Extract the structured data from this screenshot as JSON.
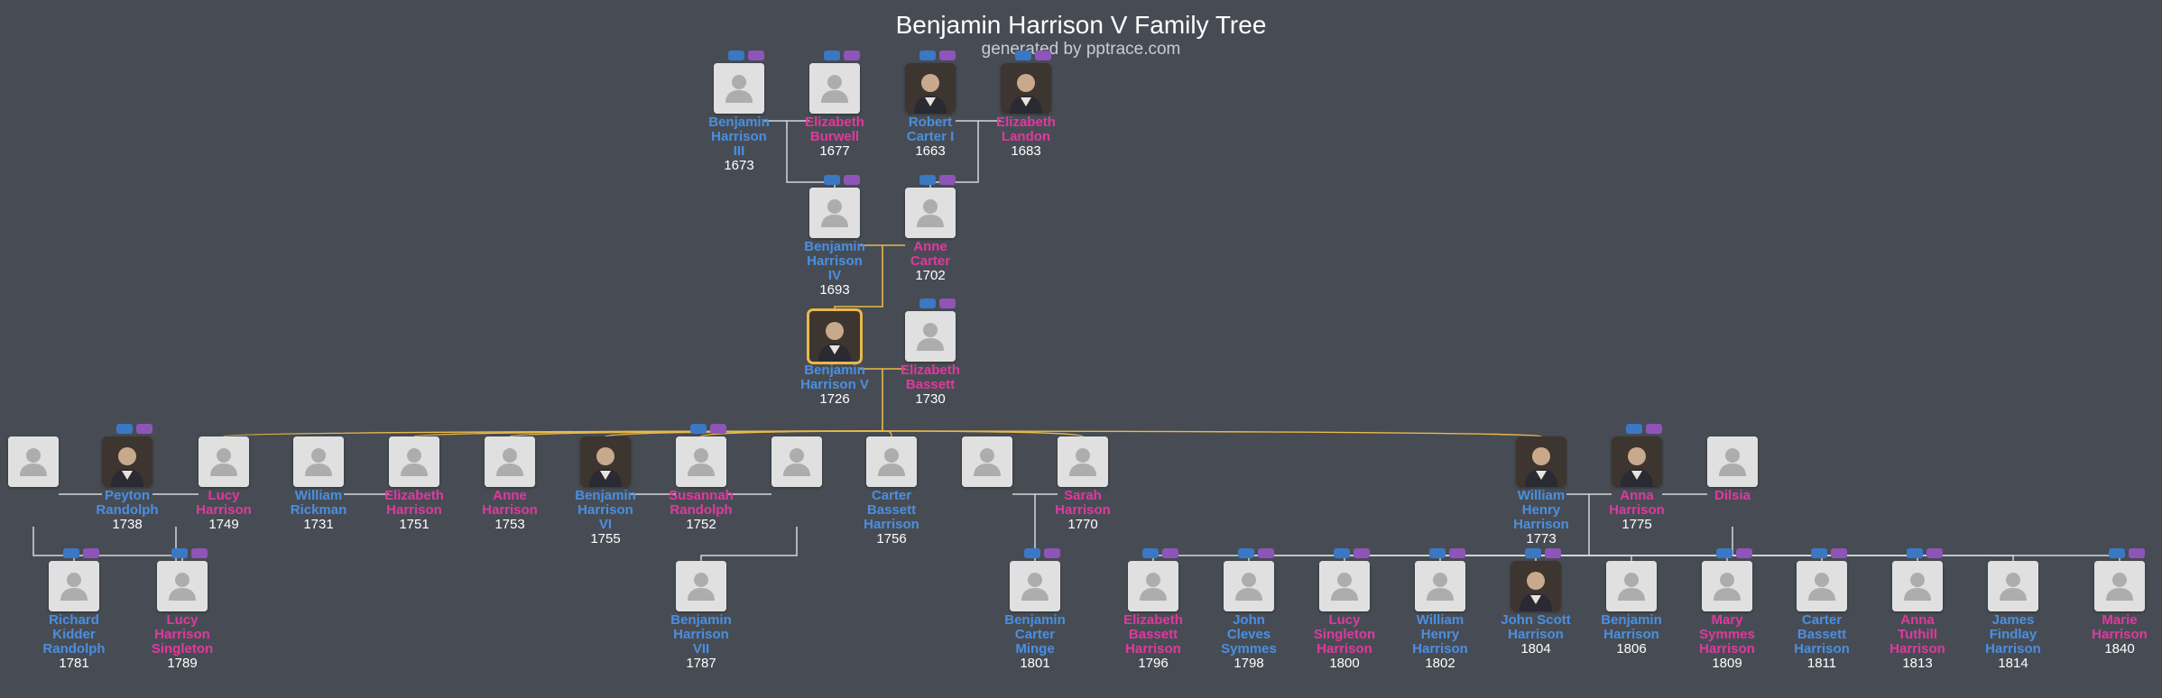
{
  "title": "Benjamin Harrison V Family Tree",
  "subtitle": "generated by pptrace.com",
  "colors": {
    "male": "#4a8fe0",
    "female": "#e0399e",
    "line": "#d4d7dc",
    "highlight": "#e9b84a",
    "background": "#474c54"
  },
  "people": [
    {
      "id": "bh3",
      "name": "Benjamin Harrison III",
      "lines": [
        "Benjamin",
        "Harrison",
        "III"
      ],
      "year": "1673",
      "gender": "male",
      "photo": false,
      "controls": true
    },
    {
      "id": "eburwell",
      "name": "Elizabeth Burwell",
      "lines": [
        "Elizabeth",
        "Burwell"
      ],
      "year": "1677",
      "gender": "female",
      "photo": false,
      "controls": true
    },
    {
      "id": "rcarter",
      "name": "Robert Carter I",
      "lines": [
        "Robert",
        "Carter I"
      ],
      "year": "1663",
      "gender": "male",
      "photo": true,
      "controls": true
    },
    {
      "id": "elandon",
      "name": "Elizabeth Landon",
      "lines": [
        "Elizabeth",
        "Landon"
      ],
      "year": "1683",
      "gender": "female",
      "photo": true,
      "controls": true
    },
    {
      "id": "bh4",
      "name": "Benjamin Harrison IV",
      "lines": [
        "Benjamin",
        "Harrison",
        "IV"
      ],
      "year": "1693",
      "gender": "male",
      "photo": false,
      "controls": true
    },
    {
      "id": "acarter",
      "name": "Anne Carter",
      "lines": [
        "Anne",
        "Carter"
      ],
      "year": "1702",
      "gender": "female",
      "photo": false,
      "controls": true
    },
    {
      "id": "bh5",
      "name": "Benjamin Harrison V",
      "lines": [
        "Benjamin",
        "Harrison V"
      ],
      "year": "1726",
      "gender": "male",
      "photo": true,
      "controls": false,
      "focus": true
    },
    {
      "id": "ebassett",
      "name": "Elizabeth Bassett",
      "lines": [
        "Elizabeth",
        "Bassett"
      ],
      "year": "1730",
      "gender": "female",
      "photo": false,
      "controls": true
    },
    {
      "id": "sp_pr1",
      "name": "",
      "lines": [],
      "year": "",
      "gender": "male",
      "photo": false,
      "controls": false
    },
    {
      "id": "prandolph",
      "name": "Peyton Randolph",
      "lines": [
        "Peyton",
        "Randolph"
      ],
      "year": "1738",
      "gender": "male",
      "photo": true,
      "controls": true
    },
    {
      "id": "lucyh",
      "name": "Lucy Harrison",
      "lines": [
        "Lucy",
        "Harrison"
      ],
      "year": "1749",
      "gender": "female",
      "photo": false,
      "controls": false
    },
    {
      "id": "wrickman",
      "name": "William Rickman",
      "lines": [
        "William",
        "Rickman"
      ],
      "year": "1731",
      "gender": "male",
      "photo": false,
      "controls": false
    },
    {
      "id": "elizh",
      "name": "Elizabeth Harrison",
      "lines": [
        "Elizabeth",
        "Harrison"
      ],
      "year": "1751",
      "gender": "female",
      "photo": false,
      "controls": false
    },
    {
      "id": "anneh",
      "name": "Anne Harrison",
      "lines": [
        "Anne",
        "Harrison"
      ],
      "year": "1753",
      "gender": "female",
      "photo": false,
      "controls": false
    },
    {
      "id": "bh6",
      "name": "Benjamin Harrison VI",
      "lines": [
        "Benjamin",
        "Harrison",
        "VI"
      ],
      "year": "1755",
      "gender": "male",
      "photo": true,
      "controls": false
    },
    {
      "id": "srandolph",
      "name": "Susannah Randolph",
      "lines": [
        "Susannah",
        "Randolph"
      ],
      "year": "1752",
      "gender": "female",
      "photo": false,
      "controls": true
    },
    {
      "id": "sp_bh6b",
      "name": "",
      "lines": [],
      "year": "",
      "gender": "male",
      "photo": false,
      "controls": false
    },
    {
      "id": "cbh",
      "name": "Carter Bassett Harrison",
      "lines": [
        "Carter",
        "Bassett",
        "Harrison"
      ],
      "year": "1756",
      "gender": "male",
      "photo": false,
      "controls": false
    },
    {
      "id": "sp_sarah",
      "name": "",
      "lines": [],
      "year": "",
      "gender": "male",
      "photo": false,
      "controls": false
    },
    {
      "id": "sarahh",
      "name": "Sarah Harrison",
      "lines": [
        "Sarah",
        "Harrison"
      ],
      "year": "1770",
      "gender": "female",
      "photo": false,
      "controls": false
    },
    {
      "id": "whh",
      "name": "William Henry Harrison",
      "lines": [
        "William",
        "Henry",
        "Harrison"
      ],
      "year": "1773",
      "gender": "male",
      "photo": true,
      "controls": false
    },
    {
      "id": "annah",
      "name": "Anna Harrison",
      "lines": [
        "Anna",
        "Harrison"
      ],
      "year": "1775",
      "gender": "female",
      "photo": true,
      "controls": true
    },
    {
      "id": "dilsia",
      "name": "Dilsia",
      "lines": [
        "Dilsia"
      ],
      "year": "",
      "gender": "female",
      "photo": false,
      "controls": false
    },
    {
      "id": "rkr",
      "name": "Richard Kidder Randolph",
      "lines": [
        "Richard",
        "Kidder",
        "Randolph"
      ],
      "year": "1781",
      "gender": "male",
      "photo": false,
      "controls": true
    },
    {
      "id": "lhs",
      "name": "Lucy Harrison Singleton",
      "lines": [
        "Lucy",
        "Harrison",
        "Singleton"
      ],
      "year": "1789",
      "gender": "female",
      "photo": false,
      "controls": true
    },
    {
      "id": "bh7",
      "name": "Benjamin Harrison VII",
      "lines": [
        "Benjamin",
        "Harrison",
        "VII"
      ],
      "year": "1787",
      "gender": "male",
      "photo": false,
      "controls": false
    },
    {
      "id": "bcm",
      "name": "Benjamin Carter Minge",
      "lines": [
        "Benjamin",
        "Carter",
        "Minge"
      ],
      "year": "1801",
      "gender": "male",
      "photo": false,
      "controls": true
    },
    {
      "id": "ebh",
      "name": "Elizabeth Bassett Harrison",
      "lines": [
        "Elizabeth",
        "Bassett",
        "Harrison"
      ],
      "year": "1796",
      "gender": "female",
      "photo": false,
      "controls": true
    },
    {
      "id": "jcs",
      "name": "John Cleves Symmes",
      "lines": [
        "John",
        "Cleves",
        "Symmes"
      ],
      "year": "1798",
      "gender": "male",
      "photo": false,
      "controls": true
    },
    {
      "id": "lsh",
      "name": "Lucy Singleton Harrison",
      "lines": [
        "Lucy",
        "Singleton",
        "Harrison"
      ],
      "year": "1800",
      "gender": "female",
      "photo": false,
      "controls": true
    },
    {
      "id": "whh2",
      "name": "William Henry Harrison",
      "lines": [
        "William",
        "Henry",
        "Harrison"
      ],
      "year": "1802",
      "gender": "male",
      "photo": false,
      "controls": true
    },
    {
      "id": "jsh",
      "name": "John Scott Harrison",
      "lines": [
        "John Scott",
        "Harrison"
      ],
      "year": "1804",
      "gender": "male",
      "photo": true,
      "controls": true
    },
    {
      "id": "benh",
      "name": "Benjamin Harrison",
      "lines": [
        "Benjamin",
        "Harrison"
      ],
      "year": "1806",
      "gender": "male",
      "photo": false,
      "controls": false
    },
    {
      "id": "msh",
      "name": "Mary Symmes Harrison",
      "lines": [
        "Mary",
        "Symmes",
        "Harrison"
      ],
      "year": "1809",
      "gender": "female",
      "photo": false,
      "controls": true
    },
    {
      "id": "cbh2",
      "name": "Carter Bassett Harrison",
      "lines": [
        "Carter",
        "Bassett",
        "Harrison"
      ],
      "year": "1811",
      "gender": "male",
      "photo": false,
      "controls": true
    },
    {
      "id": "ath",
      "name": "Anna Tuthill Harrison",
      "lines": [
        "Anna",
        "Tuthill",
        "Harrison"
      ],
      "year": "1813",
      "gender": "female",
      "photo": false,
      "controls": true
    },
    {
      "id": "jfh",
      "name": "James Findlay Harrison",
      "lines": [
        "James",
        "Findlay",
        "Harrison"
      ],
      "year": "1814",
      "gender": "male",
      "photo": false,
      "controls": false
    },
    {
      "id": "marieh",
      "name": "Marie Harrison",
      "lines": [
        "Marie",
        "Harrison"
      ],
      "year": "1840",
      "gender": "female",
      "photo": false,
      "controls": true
    }
  ]
}
